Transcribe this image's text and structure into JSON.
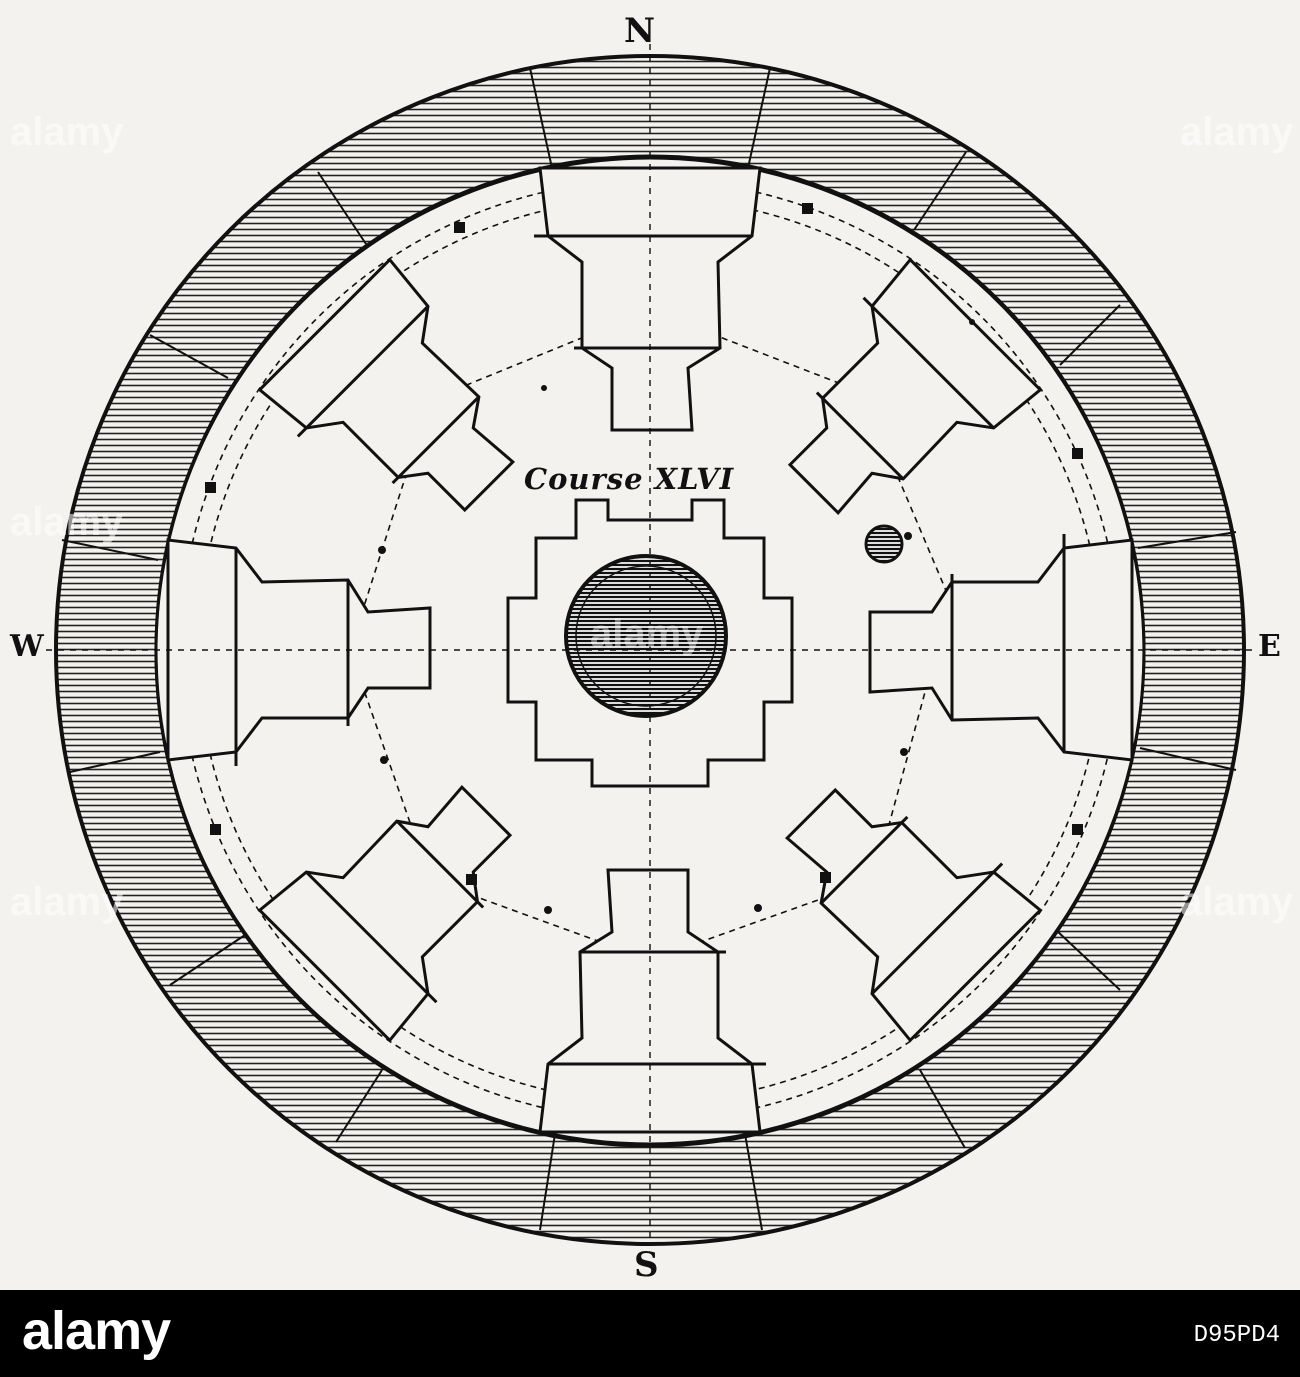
{
  "diagram": {
    "compass": {
      "north": "N",
      "south": "S",
      "west": "W",
      "east": "E"
    },
    "course_label": "Course XLVI"
  },
  "watermark": {
    "text": "alamy"
  },
  "footer": {
    "logo": "alamy",
    "image_id": "D95PD4"
  },
  "colors": {
    "background": "#f4f2ee",
    "ink": "#111111",
    "footer_bg": "#000000",
    "footer_text": "#ffffff"
  }
}
